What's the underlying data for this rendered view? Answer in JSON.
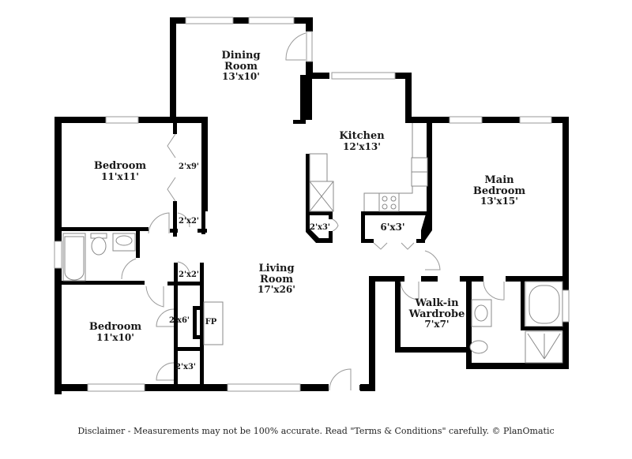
{
  "floorplan": {
    "rooms": [
      {
        "id": "dining",
        "name": "Dining Room",
        "name_lines": [
          "Dining",
          "Room"
        ],
        "dimensions": "13'x10'"
      },
      {
        "id": "kitchen",
        "name": "Kitchen",
        "name_lines": [
          "Kitchen"
        ],
        "dimensions": "12'x13'"
      },
      {
        "id": "bedroom1",
        "name": "Bedroom",
        "name_lines": [
          "Bedroom"
        ],
        "dimensions": "11'x11'"
      },
      {
        "id": "main_bedroom",
        "name": "Main Bedroom",
        "name_lines": [
          "Main",
          "Bedroom"
        ],
        "dimensions": "13'x15'"
      },
      {
        "id": "living",
        "name": "Living Room",
        "name_lines": [
          "Living",
          "Room"
        ],
        "dimensions": "17'x26'"
      },
      {
        "id": "walkin",
        "name": "Walk-in Wardrobe",
        "name_lines": [
          "Walk-in",
          "Wardrobe"
        ],
        "dimensions": "7'x7'"
      },
      {
        "id": "bedroom2",
        "name": "Bedroom",
        "name_lines": [
          "Bedroom"
        ],
        "dimensions": "11'x10'"
      }
    ],
    "closets": [
      {
        "id": "closet_bed1",
        "dimensions": "2'x9'"
      },
      {
        "id": "closet_2x2_a",
        "dimensions": "2'x2'"
      },
      {
        "id": "closet_2x2_b",
        "dimensions": "2'x2'"
      },
      {
        "id": "closet_2x6",
        "dimensions": "2'x6'"
      },
      {
        "id": "closet_2x3_bed2",
        "dimensions": "2'x3'"
      },
      {
        "id": "pantry_2x3",
        "dimensions": "2'x3'"
      },
      {
        "id": "closet_6x3",
        "dimensions": "6'x3'"
      }
    ],
    "features": {
      "fireplace": "FP"
    },
    "colors": {
      "wall": "#000000",
      "fixture_line": "#8a8a8a",
      "background": "#ffffff",
      "text": "#1a1a1a"
    }
  },
  "disclaimer": "Disclaimer - Measurements may not be 100% accurate. Read \"Terms & Conditions\" carefully. © PlanOmatic"
}
